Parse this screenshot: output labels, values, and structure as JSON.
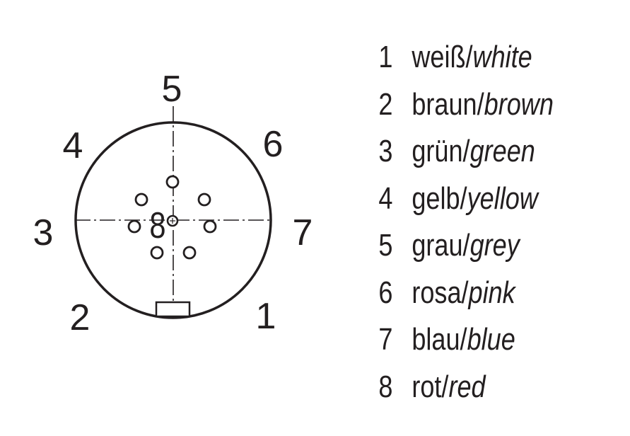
{
  "diagram": {
    "pin_labels": [
      {
        "key": "p5",
        "text": "5"
      },
      {
        "key": "p4",
        "text": "4"
      },
      {
        "key": "p6",
        "text": "6"
      },
      {
        "key": "p3",
        "text": "3"
      },
      {
        "key": "p7",
        "text": "7"
      },
      {
        "key": "p2",
        "text": "2"
      },
      {
        "key": "p1",
        "text": "1"
      }
    ],
    "center_pin_label": "8"
  },
  "legend": [
    {
      "num": "1",
      "de": "weiß/",
      "en": "white"
    },
    {
      "num": "2",
      "de": "braun/",
      "en": "brown"
    },
    {
      "num": "3",
      "de": "grün/",
      "en": "green"
    },
    {
      "num": "4",
      "de": "gelb/",
      "en": "yellow"
    },
    {
      "num": "5",
      "de": "grau/",
      "en": "grey"
    },
    {
      "num": "6",
      "de": "rosa/",
      "en": "pink"
    },
    {
      "num": "7",
      "de": "blau/",
      "en": "blue"
    },
    {
      "num": "8",
      "de": "rot/",
      "en": "red"
    }
  ],
  "colors": {
    "line": "#231f20",
    "background": "#ffffff"
  }
}
